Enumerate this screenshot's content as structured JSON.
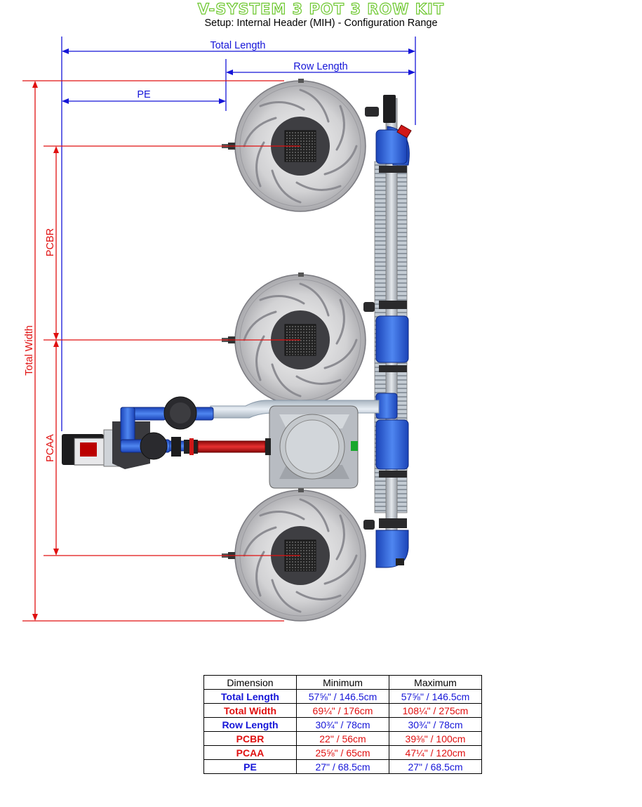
{
  "title": "V-SYSTEM 3 POT 3 ROW KIT",
  "subtitle": "Setup: Internal Header (MIH) - Configuration Range",
  "dimension_labels": {
    "total_length": "Total Length",
    "row_length": "Row Length",
    "pe": "PE",
    "total_width": "Total Width",
    "pcbr": "PCBR",
    "pcaa": "PCAA"
  },
  "colors": {
    "title_green": "#6cc72d",
    "blue": "#1515d8",
    "red": "#e01010"
  },
  "table": {
    "headers": [
      "Dimension",
      "Minimum",
      "Maximum"
    ],
    "rows": [
      {
        "dimension": "Total Length",
        "minimum": "57⅝\" / 146.5cm",
        "maximum": "57⅝\" / 146.5cm",
        "color": "blue"
      },
      {
        "dimension": "Total Width",
        "minimum": "69¼\" / 176cm",
        "maximum": "108¼\" / 275cm",
        "color": "red"
      },
      {
        "dimension": "Row Length",
        "minimum": "30¾\" / 78cm",
        "maximum": "30¾\" / 78cm",
        "color": "blue"
      },
      {
        "dimension": "PCBR",
        "minimum": "22\" / 56cm",
        "maximum": "39⅜\" / 100cm",
        "color": "red"
      },
      {
        "dimension": "PCAA",
        "minimum": "25⅝\" / 65cm",
        "maximum": "47¼\" / 120cm",
        "color": "red"
      },
      {
        "dimension": "PE",
        "minimum": "27\" / 68.5cm",
        "maximum": "27\" / 68.5cm",
        "color": "blue"
      }
    ]
  }
}
